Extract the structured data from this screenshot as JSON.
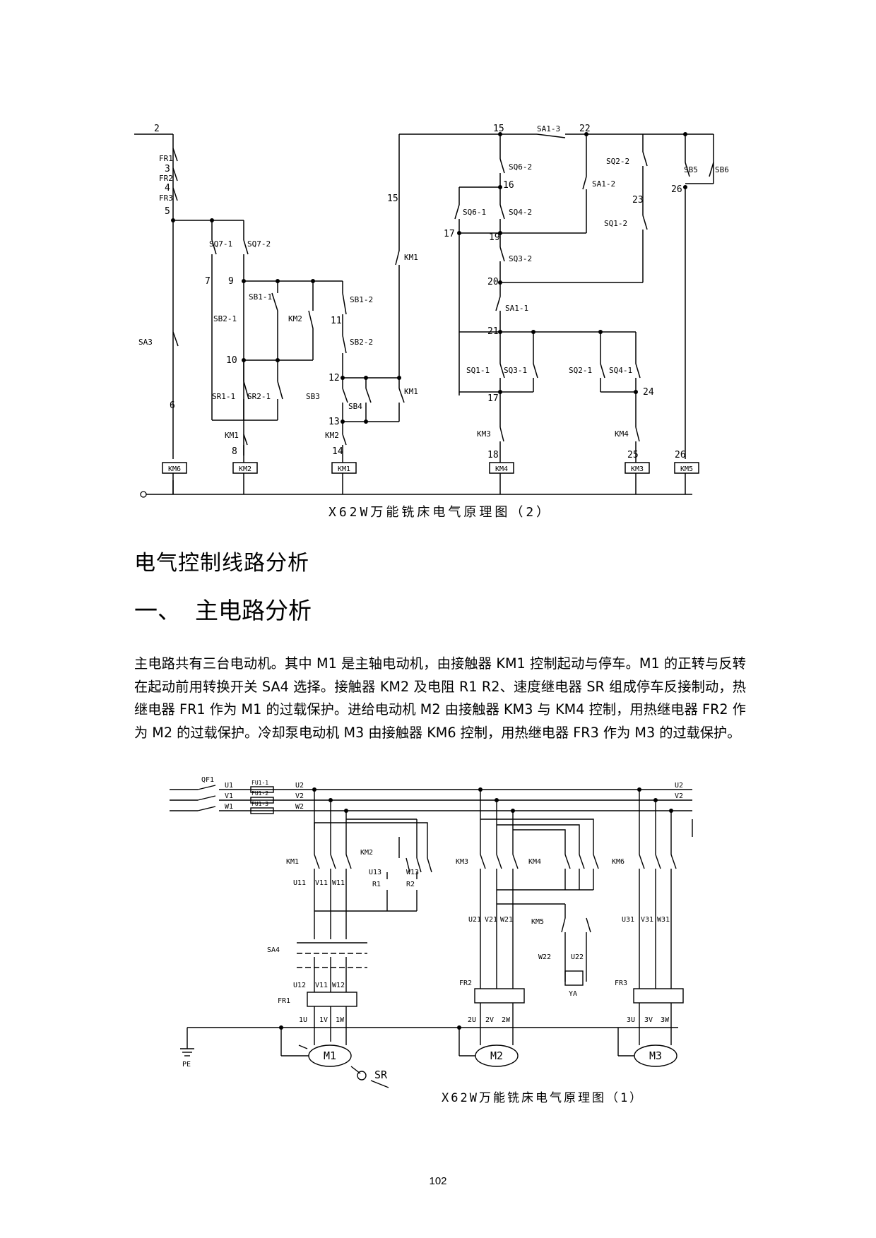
{
  "diagram2": {
    "caption": "X62W万能铣床电气原理图（2）",
    "nodes": [
      "2",
      "3",
      "4",
      "5",
      "7",
      "9",
      "6",
      "10",
      "11",
      "12",
      "13",
      "14",
      "8",
      "15",
      "16",
      "17",
      "19",
      "20",
      "21",
      "22",
      "23",
      "24",
      "25",
      "26",
      "18"
    ],
    "contacts": [
      "FR1",
      "FR2",
      "FR3",
      "SQ7-1",
      "SQ7-2",
      "SB1-1",
      "SB1-2",
      "SB2-1",
      "SB2-2",
      "KM2",
      "SA3",
      "SR1-1",
      "SR2-1",
      "SB3",
      "SB4",
      "KM1",
      "KM1",
      "SA1-3",
      "SQ6-2",
      "SQ6-1",
      "SQ4-2",
      "SA1-2",
      "SQ2-2",
      "SQ1-2",
      "SQ3-2",
      "SA1-1",
      "SQ1-1",
      "SQ3-1",
      "SQ2-1",
      "SQ4-1",
      "SB5",
      "SB6",
      "KM1",
      "KM2",
      "KM3",
      "KM4"
    ],
    "coils": [
      "KM6",
      "KM2",
      "KM1",
      "KM4",
      "KM3",
      "KM5"
    ]
  },
  "heading_main": "电气控制线路分析",
  "section": {
    "number": "一、",
    "title": "主电路分析"
  },
  "paragraph": "主电路共有三台电动机。其中 M1 是主轴电动机，由接触器 KM1 控制起动与停车。M1 的正转与反转在起动前用转换开关 SA4 选择。接触器 KM2 及电阻 R1 R2、速度继电器 SR 组成停车反接制动，热继电器 FR1 作为 M1 的过载保护。进给电动机 M2 由接触器 KM3 与 KM4 控制，用热继电器 FR2 作为 M2 的过载保护。冷却泵电动机 M3 由接触器 KM6 控制，用热继电器 FR3 作为 M3 的过载保护。",
  "diagram1": {
    "caption": "X62W万能铣床电气原理图（1）",
    "labels": {
      "qf": "QF1",
      "u1": "U1",
      "v1": "V1",
      "w1": "W1",
      "fu1": "FU1-1",
      "fu2": "FU1-2",
      "fu3": "FU1-3",
      "u2": "U2",
      "v2": "V2",
      "w2": "W2",
      "u2r": "U2",
      "v2r": "V2",
      "km1": "KM1",
      "km2": "KM2",
      "km3": "KM3",
      "km4": "KM4",
      "km5": "KM5",
      "km6": "KM6",
      "u13": "U13",
      "w13": "W13",
      "r1": "R1",
      "r2": "R2",
      "u11": "U11",
      "v11": "V11",
      "w11": "W11",
      "sa4": "SA4",
      "u12": "U12",
      "v12": "V11",
      "w12": "W12",
      "fr1": "FR1",
      "fr2": "FR2",
      "fr3": "FR3",
      "u1m": "1U",
      "v1m": "1V",
      "w1m": "1W",
      "u2m": "2U",
      "v2m": "2V",
      "w2m": "2W",
      "u3m": "3U",
      "v3m": "3V",
      "w3m": "3W",
      "u21": "U21",
      "v21": "V21",
      "w21": "W21",
      "u31": "U31",
      "v31": "V31",
      "w31": "W31",
      "w22": "W22",
      "u22": "U22",
      "ya": "YA",
      "m1": "M1",
      "m2": "M2",
      "m3": "M3",
      "sr": "SR",
      "pe": "PE"
    }
  },
  "page_number": "102"
}
